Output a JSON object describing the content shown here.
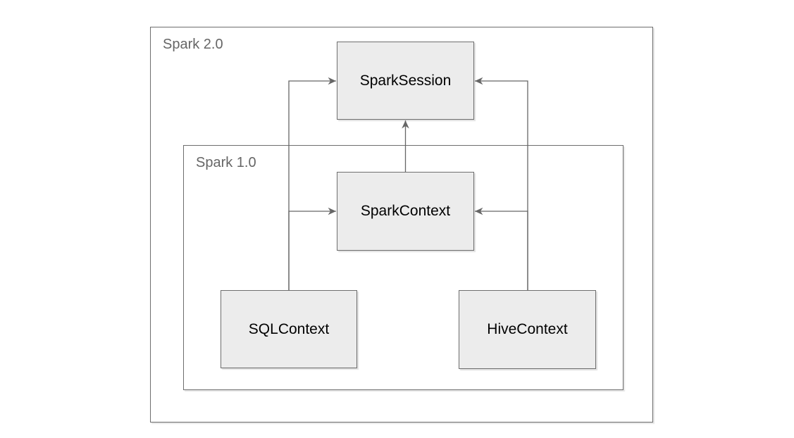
{
  "diagram": {
    "containers": [
      {
        "id": "spark-2-0",
        "label": "Spark 2.0"
      },
      {
        "id": "spark-1-0",
        "label": "Spark 1.0"
      }
    ],
    "nodes": [
      {
        "id": "spark-session",
        "label": "SparkSession"
      },
      {
        "id": "spark-context",
        "label": "SparkContext"
      },
      {
        "id": "sql-context",
        "label": "SQLContext"
      },
      {
        "id": "hive-context",
        "label": "HiveContext"
      }
    ],
    "edges": [
      {
        "from": "SQLContext",
        "to": "SparkSession",
        "arrow": "into SparkSession left side"
      },
      {
        "from": "SQLContext",
        "to": "SparkContext",
        "arrow": "into SparkContext left side"
      },
      {
        "from": "HiveContext",
        "to": "SparkSession",
        "arrow": "into SparkSession right side"
      },
      {
        "from": "HiveContext",
        "to": "SparkContext",
        "arrow": "into SparkContext right side"
      },
      {
        "from": "SparkContext",
        "to": "SparkSession",
        "arrow": "into SparkSession bottom side"
      }
    ],
    "colors": {
      "background": "#ffffff",
      "node_fill": "#ececec",
      "stroke": "#6e6e6e",
      "edge_stroke": "#666666",
      "container_label_text": "#666666",
      "node_text": "#000000"
    }
  }
}
